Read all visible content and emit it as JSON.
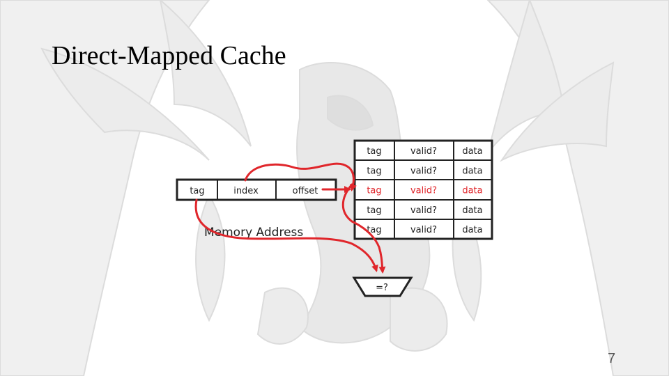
{
  "slide": {
    "title": "Direct-Mapped Cache",
    "page_number": "7"
  },
  "address": {
    "fields": [
      "tag",
      "index",
      "offset"
    ],
    "caption": "Memory Address"
  },
  "cache": {
    "rows": [
      [
        "tag",
        "valid?",
        "data"
      ],
      [
        "tag",
        "valid?",
        "data"
      ],
      [
        "tag",
        "valid?",
        "data"
      ],
      [
        "tag",
        "valid?",
        "data"
      ],
      [
        "tag",
        "valid?",
        "data"
      ]
    ],
    "highlight_row": 2
  },
  "comparator": {
    "label": "=?"
  },
  "colors": {
    "accent": "#e0262b",
    "ink": "#222222",
    "background_art": "#e6e6e6"
  }
}
